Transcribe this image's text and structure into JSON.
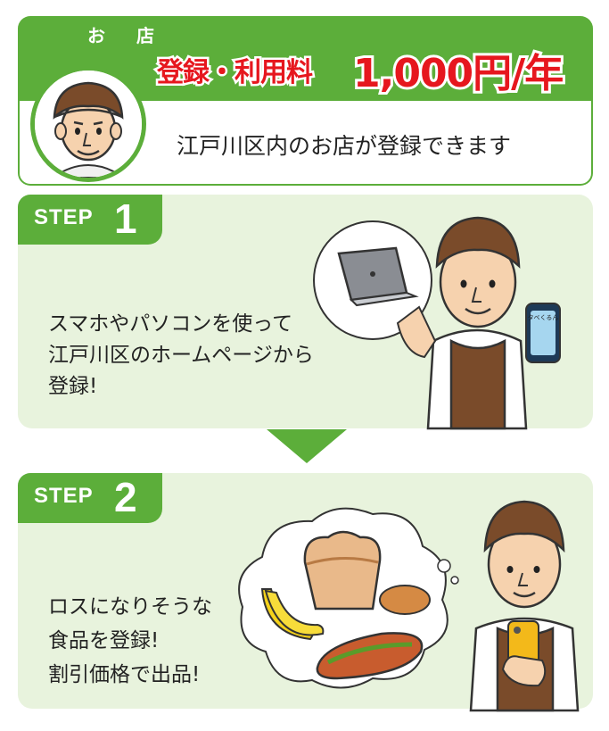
{
  "header": {
    "shop_label": "お 店",
    "fee_label": "登録・利用料",
    "fee_price": "1,000円/年",
    "description": "江戸川区内のお店が登録できます"
  },
  "steps": [
    {
      "word": "STEP",
      "number": "1",
      "lines": [
        "スマホやパソコンを使って",
        "江戸川区のホームページから",
        "登録!"
      ],
      "phone_app_label": "タベくるん"
    },
    {
      "word": "STEP",
      "number": "2",
      "lines": [
        "ロスになりそうな",
        "食品を登録!",
        "割引価格で出品!"
      ]
    }
  ],
  "colors": {
    "green": "#5cae3a",
    "light_green": "#e8f3dd",
    "red": "#e6171e",
    "brown": "#6b4426"
  },
  "icons": [
    "shopkeeper-avatar",
    "laptop-icon",
    "smartphone-icon",
    "bread-icon",
    "banana-icon",
    "sandwich-icon"
  ]
}
